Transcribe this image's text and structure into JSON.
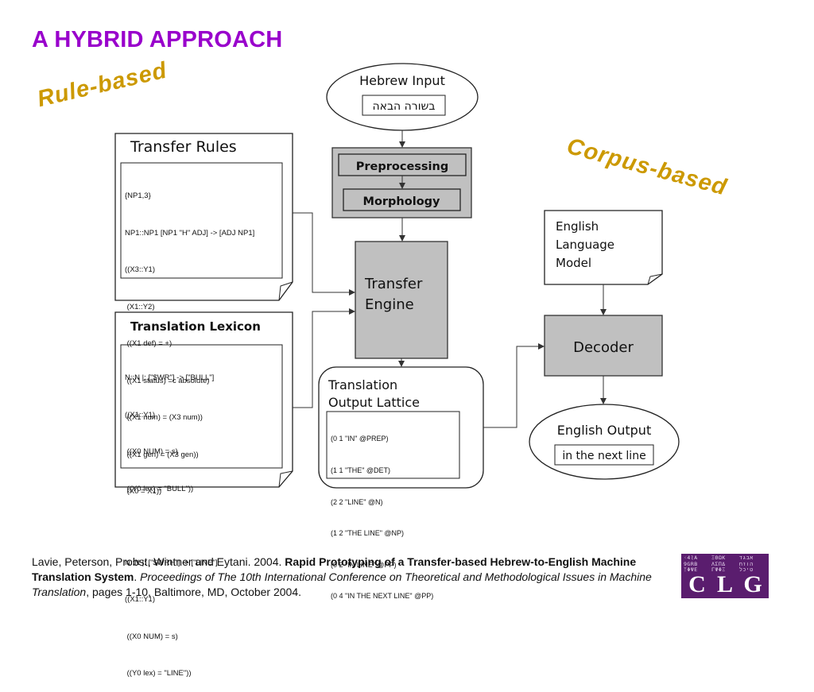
{
  "title": "A HYBRID APPROACH",
  "labels": {
    "rule_based": "Rule-based",
    "corpus_based": "Corpus-based"
  },
  "hebrew_input": {
    "title": "Hebrew Input",
    "text": "בשורה הבאה"
  },
  "preprocessing": "Preprocessing",
  "morphology": "Morphology",
  "transfer_rules": {
    "title": "Transfer Rules",
    "lines": [
      "{NP1,3}",
      "NP1::NP1 [NP1 \"H\" ADJ] -> [ADJ NP1]",
      "((X3::Y1)",
      " (X1::Y2)",
      " ((X1 def) = +)",
      " ((X1 status) =c absolute)",
      " ((X1 num) = (X3 num))",
      " ((X1 gen) = (X3 gen))",
      " (X0 = X1))"
    ]
  },
  "translation_lexicon": {
    "title": "Translation Lexicon",
    "lines": [
      "N::N |: [\"$WR\"] -> [\"BULL\"]",
      "((X1::Y1)",
      " ((X0 NUM) = s)",
      " ((Y0 lex) = \"BULL\"))",
      "",
      "N::N |: [\"$WRH\"] -> [\"LINE\"]",
      "((X1::Y1)",
      " ((X0 NUM) = s)",
      " ((Y0 lex) = \"LINE\"))"
    ]
  },
  "transfer_engine": {
    "line1": "Transfer",
    "line2": "Engine"
  },
  "output_lattice": {
    "title_line1": "Translation",
    "title_line2": "Output Lattice",
    "lines": [
      "(0 1 \"IN\" @PREP)",
      "(1 1 \"THE\" @DET)",
      "(2 2 \"LINE\" @N)",
      "(1 2 \"THE LINE\" @NP)",
      "(0 2 \"IN LINE\" @PP)",
      "(0 4 \"IN THE NEXT LINE\" @PP)"
    ]
  },
  "language_model": {
    "line1": "English",
    "line2": "Language",
    "line3": "Model"
  },
  "decoder": "Decoder",
  "english_output": {
    "title": "English Output",
    "text": "in the next line"
  },
  "citation": {
    "authors": "Lavie, Peterson, Probst, Wintner and Eytani. 2004. ",
    "paper_title": "Rapid Prototyping of a Transfer-based Hebrew-to-English Machine Translation System",
    "sep": ". ",
    "venue": "Proceedings of The 10th International Conference on Theoretical and Methodological Issues in Machine Translation",
    "rest": ", pages 1-10, Baltimore, MD, October 2004."
  },
  "logo": {
    "letter1": "C",
    "letter2": "L",
    "letter3": "G"
  },
  "colors": {
    "title": "#9900cc",
    "accent_label": "#cc9900",
    "box_gray": "#c0c0c0",
    "logo_bg": "#5a1d6e"
  }
}
